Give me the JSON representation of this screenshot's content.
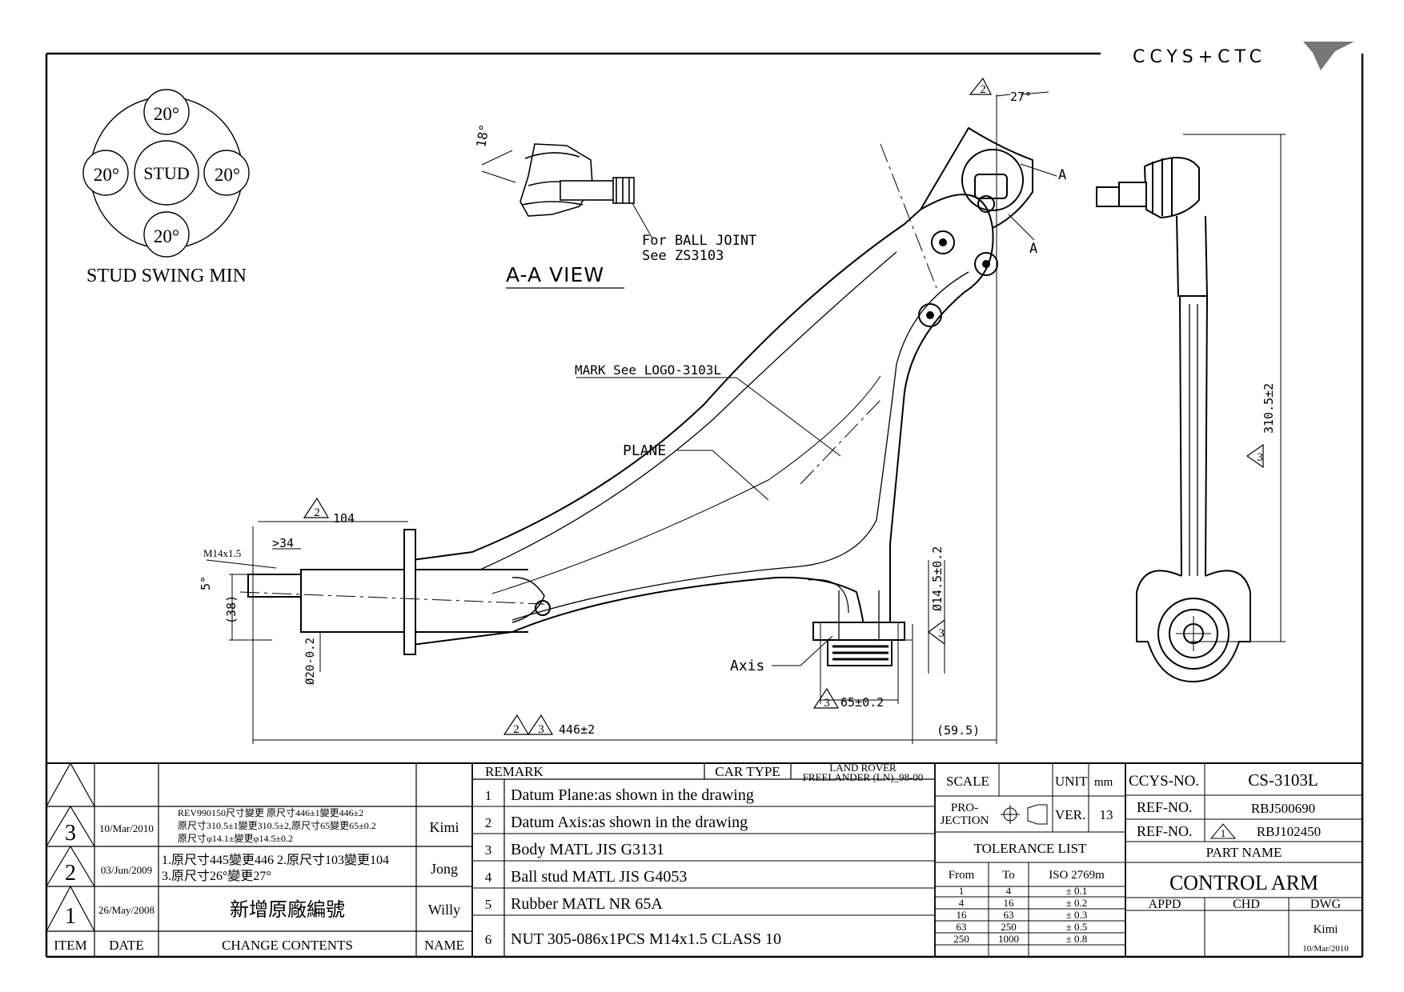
{
  "brand": {
    "logo_text": "CCYS+CTC"
  },
  "stud_swing": {
    "title": "STUD SWING MIN",
    "center": "STUD",
    "angles": [
      "20°",
      "20°",
      "20°",
      "20°"
    ]
  },
  "aa_view": {
    "title": "A-A VIEW",
    "angle": "18°",
    "note_1": "For BALL JOINT",
    "note_2": "See ZS3103"
  },
  "labels": {
    "mark": "MARK See LOGO-3103L",
    "plane": "PLANE",
    "axis": "Axis",
    "section_a": "A"
  },
  "dims": {
    "top_angle": "27°",
    "d104": "104",
    "d34": ">34",
    "thread": "M14x1.5",
    "angle5": "5°",
    "d38": "(38)",
    "dia20": "Ø20-0.2",
    "dia145": "Ø14.5±0.2",
    "d65": "65±0.2",
    "d446": "446±2",
    "d595": "(59.5)",
    "d3105": "310.5±2",
    "mark2": "2",
    "mark3": "3"
  },
  "revisions": [
    {
      "item": "3",
      "date": "10/Mar/2010",
      "lines": [
        "REV990150尺寸變更 原尺寸446±1變更446±2",
        "原尺寸310.5±1變更310.5±2,原尺寸65變更65±0.2",
        "原尺寸φ14.1±變更φ14.5±0.2"
      ],
      "name": "Kimi"
    },
    {
      "item": "2",
      "date": "03/Jun/2009",
      "lines": [
        "1.原尺寸445變更446   2.原尺寸103變更104",
        "3.原尺寸26°變更27°"
      ],
      "name": "Jong"
    },
    {
      "item": "1",
      "date": "26/May/2008",
      "lines": [
        "新增原廠編號"
      ],
      "name": "Willy"
    }
  ],
  "rev_headers": {
    "item": "ITEM",
    "date": "DATE",
    "contents": "CHANGE CONTENTS",
    "name": "NAME"
  },
  "remark": {
    "title": "REMARK",
    "car_type_label": "CAR TYPE",
    "car_type_1": "LAND ROVER",
    "car_type_2": "FREELANDER (LN)_98-00",
    "rows": [
      {
        "no": "1",
        "text": "Datum Plane:as shown in the drawing"
      },
      {
        "no": "2",
        "text": "Datum Axis:as shown in the drawing"
      },
      {
        "no": "3",
        "text": "Body MATL JIS G3131"
      },
      {
        "no": "4",
        "text": "Ball stud MATL JIS G4053"
      },
      {
        "no": "5",
        "text": "Rubber MATL NR 65A"
      },
      {
        "no": "6",
        "text": "NUT 305-086x1PCS M14x1.5 CLASS 10"
      }
    ]
  },
  "spec": {
    "scale": "SCALE",
    "unit": "UNIT",
    "unit_value": "mm",
    "projection_1": "PRO-",
    "projection_2": "JECTION",
    "ver": "VER.",
    "ver_value": "13"
  },
  "tolerance": {
    "title": "TOLERANCE LIST",
    "headers": [
      "From",
      "To",
      "ISO 2769m"
    ],
    "rows": [
      [
        "1",
        "4",
        "± 0.1"
      ],
      [
        "4",
        "16",
        "± 0.2"
      ],
      [
        "16",
        "63",
        "± 0.3"
      ],
      [
        "63",
        "250",
        "± 0.5"
      ],
      [
        "250",
        "1000",
        "± 0.8"
      ]
    ]
  },
  "part": {
    "ccys_label": "CCYS-NO.",
    "ccys_value": "CS-3103L",
    "ref_label_1": "REF-NO.",
    "ref_value_1": "RBJ500690",
    "ref_label_2": "REF-NO.",
    "ref_rev": "1",
    "ref_value_2": "RBJ102450",
    "name_label": "PART NAME",
    "name_value": "CONTROL ARM",
    "appd": "APPD",
    "chd": "CHD",
    "dwg": "DWG",
    "dwg_name": "Kimi",
    "dwg_date": "10/Mar/2010"
  }
}
